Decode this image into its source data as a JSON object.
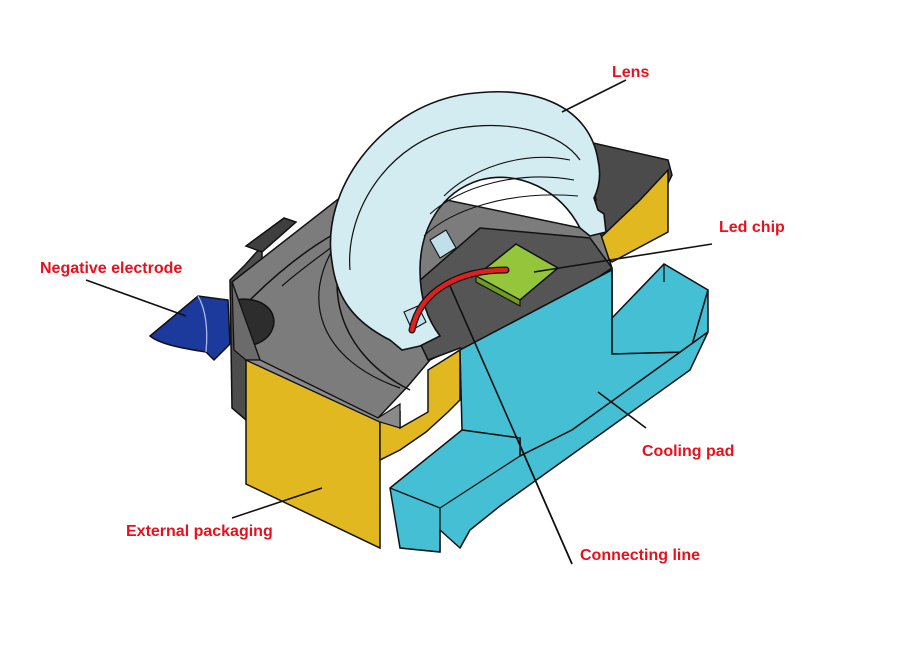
{
  "labels": {
    "lens": "Lens",
    "led_chip": "Led chip",
    "negative_electrode": "Negative electrode",
    "cooling_pad": "Cooling pad",
    "external_packaging": "External packaging",
    "connecting_line": "Connecting line"
  },
  "colors": {
    "label_text": "#e8101c",
    "outline": "#111111",
    "lens_fill": "#d3ecf1",
    "body_gray": "#7c7c7c",
    "dark_gray": "#555555",
    "packaging_yellow": "#e1b81f",
    "cooling_cyan": "#44bfd3",
    "electrode_blue": "#1c3a9c",
    "chip_green": "#95c53a",
    "wire_red": "#e02020"
  }
}
